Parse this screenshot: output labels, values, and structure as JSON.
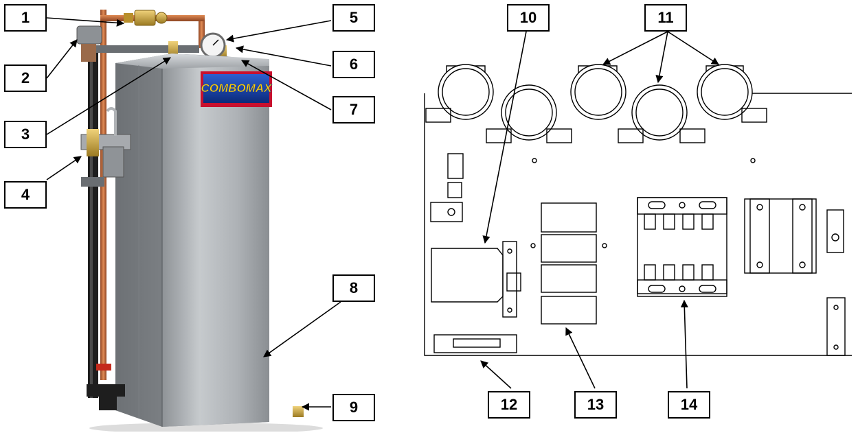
{
  "brand_label": "COMBOMAX",
  "callouts": {
    "c1": "1",
    "c2": "2",
    "c3": "3",
    "c4": "4",
    "c5": "5",
    "c6": "6",
    "c7": "7",
    "c8": "8",
    "c9": "9",
    "c10": "10",
    "c11": "11",
    "c12": "12",
    "c13": "13",
    "c14": "14"
  },
  "colors": {
    "cabinet": "#b8bcc0",
    "copper": "#c46a3a",
    "brass": "#c9a23a",
    "black_pipe": "#1e1e1e",
    "label_bg": "#c8102e",
    "line": "#000000"
  }
}
